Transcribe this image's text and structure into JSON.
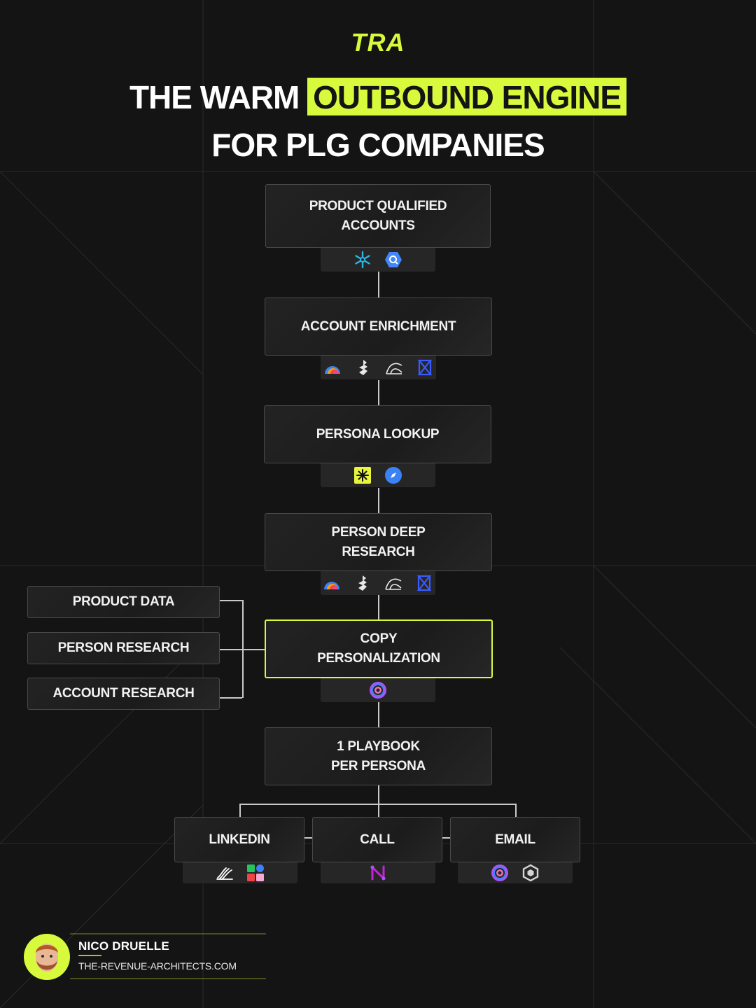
{
  "brand": {
    "logo_text": "TRA",
    "accent_color": "#d7fb3c",
    "background_color": "#141414"
  },
  "title": {
    "line1_prefix": "THE WARM",
    "line1_highlight": "OUTBOUND ENGINE",
    "line2": "FOR PLG COMPANIES"
  },
  "steps": [
    {
      "label": "PRODUCT QUALIFIED\nACCOUNTS",
      "tools": [
        "snowflake-icon",
        "bigquery-icon"
      ]
    },
    {
      "label": "ACCOUNT ENRICHMENT",
      "tools": [
        "clay-icon",
        "perplexity-icon",
        "openai-icon",
        "exa-icon"
      ]
    },
    {
      "label": "PERSONA LOOKUP",
      "tools": [
        "zoominfo-icon",
        "compass-icon"
      ]
    },
    {
      "label": "PERSON DEEP\nRESEARCH",
      "tools": [
        "clay-icon",
        "perplexity-icon",
        "openai-icon",
        "exa-icon"
      ]
    },
    {
      "label": "COPY\nPERSONALIZATION",
      "tools": [
        "target-icon"
      ],
      "active": true
    },
    {
      "label": "1 PLAYBOOK\nPER PERSONA",
      "tools": []
    }
  ],
  "inputs": [
    "PRODUCT DATA",
    "PERSON RESEARCH",
    "ACCOUNT RESEARCH"
  ],
  "channels": [
    {
      "label": "LINKEDIN",
      "tools": [
        "wave-icon",
        "blocks-icon"
      ]
    },
    {
      "label": "CALL",
      "tools": [
        "n-logo-icon"
      ]
    },
    {
      "label": "EMAIL",
      "tools": [
        "target-icon",
        "hex-icon"
      ]
    }
  ],
  "footer": {
    "name": "NICO DRUELLE",
    "url": "THE-REVENUE-ARCHITECTS.COM"
  }
}
